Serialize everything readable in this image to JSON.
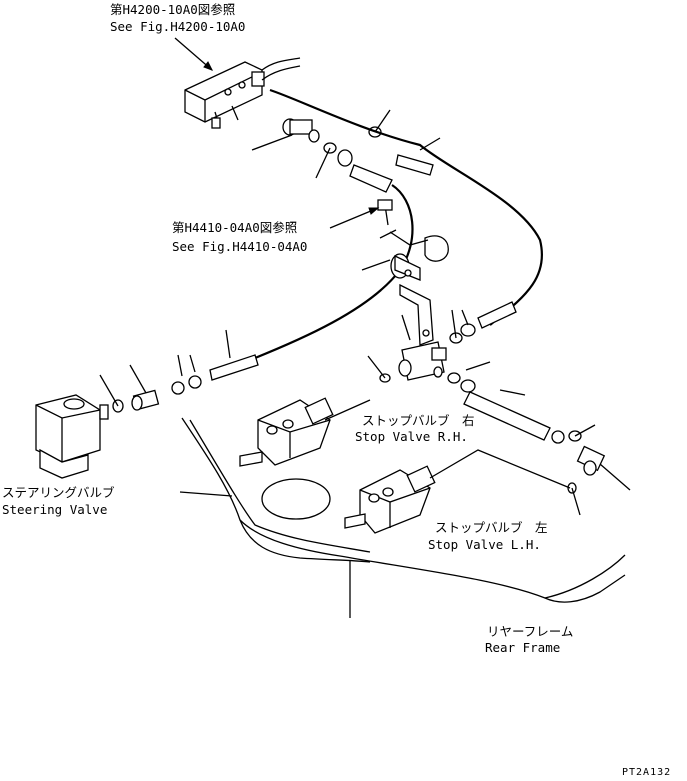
{
  "labels": {
    "ref_top_jp": "第H4200-10A0図参照",
    "ref_top_en": "See Fig.H4200-10A0",
    "ref_mid_jp": "第H4410-04A0図参照",
    "ref_mid_en": "See Fig.H4410-04A0",
    "steering_jp": "ステアリングバルブ",
    "steering_en": "Steering Valve",
    "stop_rh_jp": "ストップバルブ　右",
    "stop_rh_en": "Stop Valve R.H.",
    "stop_lh_jp": "ストップバルブ　左",
    "stop_lh_en": "Stop Valve L.H.",
    "rear_frame_jp": "リヤーフレーム",
    "rear_frame_en": "Rear Frame",
    "figure_code": "PT2A132"
  }
}
